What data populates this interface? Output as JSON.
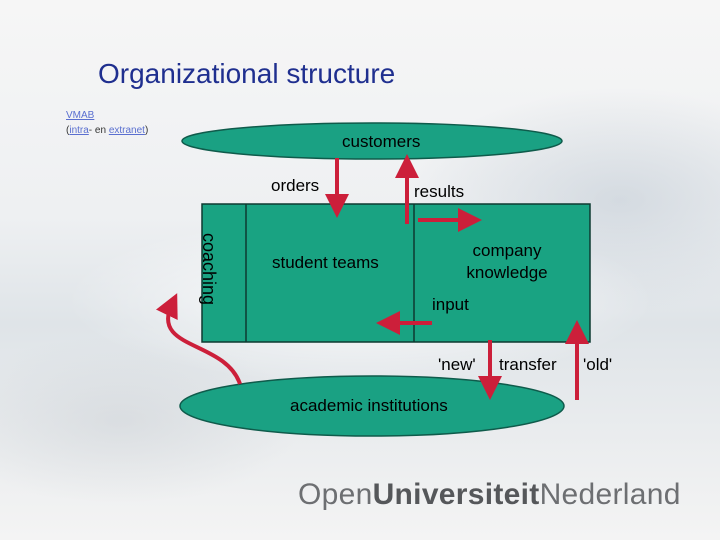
{
  "title": "Organizational structure",
  "sidebar_note": {
    "line1": "VMAB",
    "open_paren": "(",
    "intra": "intra",
    "middle": "- en ",
    "extranet": "extranet",
    "close_paren": ")"
  },
  "diagram": {
    "customers": "customers",
    "orders": "orders",
    "results": "results",
    "coaching": "coaching",
    "student_teams": "student teams",
    "company_knowledge": "company knowledge",
    "input": "input",
    "new": "'new'",
    "transfer": "transfer",
    "old": "'old'",
    "academic_institutions": "academic institutions"
  },
  "footer": {
    "logo_open": "Open",
    "logo_universiteit": "Universiteit",
    "logo_nederland": "Nederland"
  },
  "colors": {
    "title": "#1f2f8f",
    "ellipse_fill": "#1aa183",
    "box_fill": "#19a382",
    "arrow": "#cc1f3a"
  }
}
